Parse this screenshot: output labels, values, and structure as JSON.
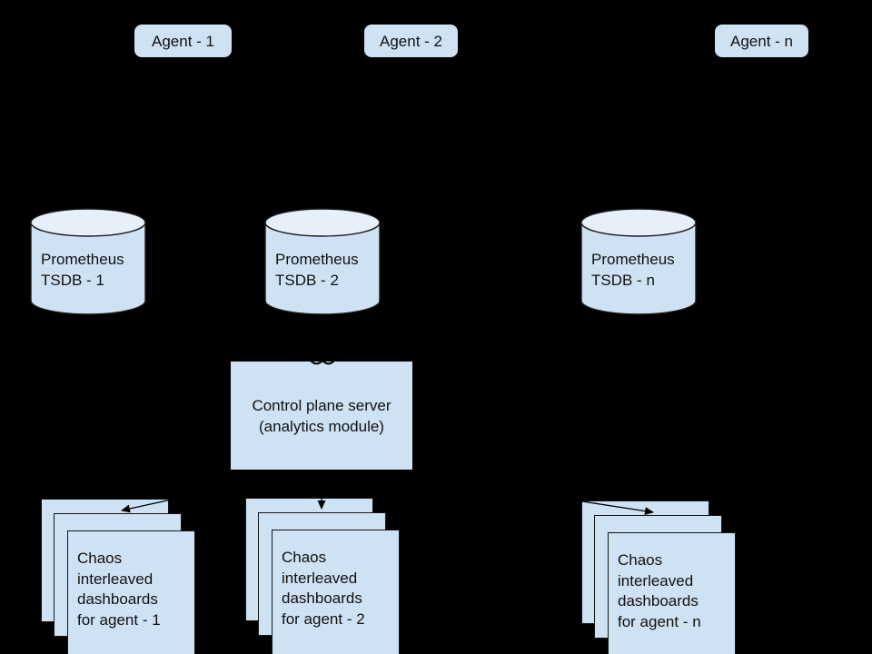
{
  "diagram": {
    "background_color": "#000000",
    "shape_fill_color": "#cfe2f3",
    "cylinder_top_fill_color": "#e7f0fa",
    "outline_color": "#1a1a1a",
    "text_color": "#111111"
  },
  "agents": [
    {
      "label": "Agent - 1"
    },
    {
      "label": "Agent - 2"
    },
    {
      "label": "Agent - n"
    }
  ],
  "tsdbs": [
    {
      "label": "Prometheus\nTSDB - 1"
    },
    {
      "label": "Prometheus\nTSDB - 2"
    },
    {
      "label": "Prometheus\nTSDB - n"
    }
  ],
  "control_plane": {
    "label": "Control plane server\n(analytics module)"
  },
  "dashboards": [
    {
      "label": "Chaos\ninterleaved\ndashboards\nfor agent - 1"
    },
    {
      "label": "Chaos\ninterleaved\ndashboards\nfor agent - 2"
    },
    {
      "label": "Chaos\ninterleaved\ndashboards\nfor agent - n"
    }
  ]
}
